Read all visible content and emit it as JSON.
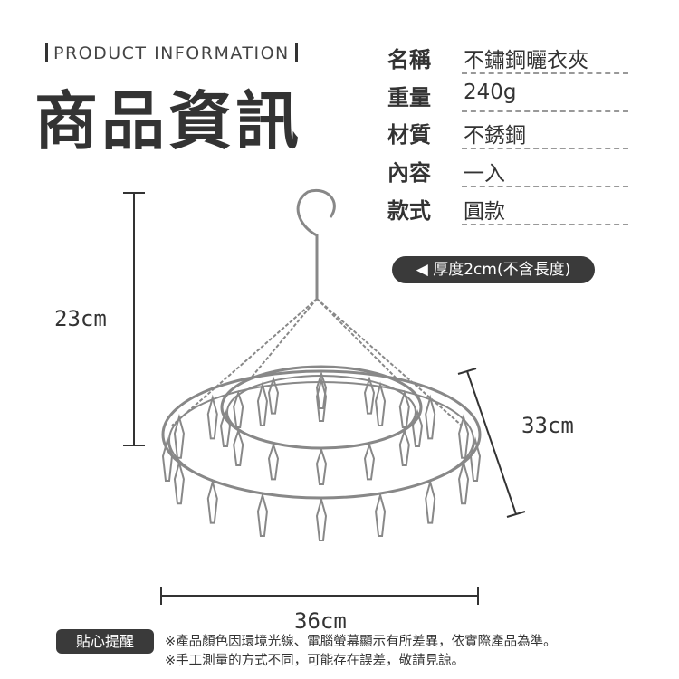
{
  "header": {
    "en_title": "PRODUCT INFORMATION",
    "zh_title": "商品資訊"
  },
  "specs": [
    {
      "label": "名稱",
      "value": "不鏽鋼曬衣夾"
    },
    {
      "label": "重量",
      "value": "240g"
    },
    {
      "label": "材質",
      "value": "不銹鋼"
    },
    {
      "label": "內容",
      "value": "一入"
    },
    {
      "label": "款式",
      "value": "圓款"
    }
  ],
  "thickness_note": "◀ 厚度2cm(不含長度)",
  "dimensions": {
    "height": "23cm",
    "diameter_diag": "33cm",
    "width": "36cm"
  },
  "notice": {
    "badge": "貼心提醒",
    "lines": [
      "※產品顏色因環境光線、電腦螢幕顯示有所差異，依實際產品為準。",
      "※手工測量的方式不同，可能存在誤差，敬請見諒。"
    ]
  }
}
